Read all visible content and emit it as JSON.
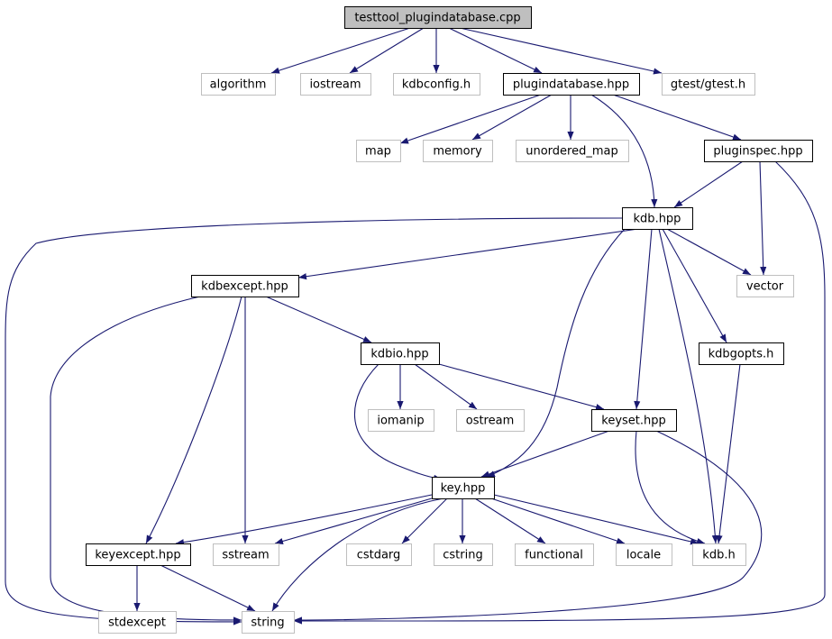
{
  "title": "testtool_plugindatabase.cpp",
  "colors": {
    "edge": "#191970",
    "node_border_documented": "#000000",
    "node_border_external": "#bfbfbf",
    "root_fill": "#bfbfbf",
    "node_fill": "#ffffff"
  },
  "nodes": [
    {
      "id": "root",
      "label": "testtool_plugindatabase.cpp",
      "kind": "root"
    },
    {
      "id": "algorithm",
      "label": "algorithm",
      "kind": "external"
    },
    {
      "id": "iostream",
      "label": "iostream",
      "kind": "external"
    },
    {
      "id": "kdbconfig",
      "label": "kdbconfig.h",
      "kind": "external"
    },
    {
      "id": "plugindatabase",
      "label": "plugindatabase.hpp",
      "kind": "documented"
    },
    {
      "id": "gtest",
      "label": "gtest/gtest.h",
      "kind": "external"
    },
    {
      "id": "map",
      "label": "map",
      "kind": "external"
    },
    {
      "id": "memory",
      "label": "memory",
      "kind": "external"
    },
    {
      "id": "unordered_map",
      "label": "unordered_map",
      "kind": "external"
    },
    {
      "id": "pluginspec",
      "label": "pluginspec.hpp",
      "kind": "documented"
    },
    {
      "id": "kdbhpp",
      "label": "kdb.hpp",
      "kind": "documented"
    },
    {
      "id": "kdbexcept",
      "label": "kdbexcept.hpp",
      "kind": "documented"
    },
    {
      "id": "vector",
      "label": "vector",
      "kind": "external"
    },
    {
      "id": "kdbio",
      "label": "kdbio.hpp",
      "kind": "documented"
    },
    {
      "id": "kdbgopts",
      "label": "kdbgopts.h",
      "kind": "documented"
    },
    {
      "id": "iomanip",
      "label": "iomanip",
      "kind": "external"
    },
    {
      "id": "ostream",
      "label": "ostream",
      "kind": "external"
    },
    {
      "id": "keyset",
      "label": "keyset.hpp",
      "kind": "documented"
    },
    {
      "id": "key",
      "label": "key.hpp",
      "kind": "documented"
    },
    {
      "id": "keyexcept",
      "label": "keyexcept.hpp",
      "kind": "documented"
    },
    {
      "id": "sstream",
      "label": "sstream",
      "kind": "external"
    },
    {
      "id": "cstdarg",
      "label": "cstdarg",
      "kind": "external"
    },
    {
      "id": "cstring",
      "label": "cstring",
      "kind": "external"
    },
    {
      "id": "functional",
      "label": "functional",
      "kind": "external"
    },
    {
      "id": "locale",
      "label": "locale",
      "kind": "external"
    },
    {
      "id": "kdbh",
      "label": "kdb.h",
      "kind": "external"
    },
    {
      "id": "stdexcept",
      "label": "stdexcept",
      "kind": "external"
    },
    {
      "id": "string",
      "label": "string",
      "kind": "external"
    }
  ],
  "edges": [
    {
      "from": "root",
      "to": "algorithm"
    },
    {
      "from": "root",
      "to": "iostream"
    },
    {
      "from": "root",
      "to": "kdbconfig"
    },
    {
      "from": "root",
      "to": "plugindatabase"
    },
    {
      "from": "root",
      "to": "gtest"
    },
    {
      "from": "plugindatabase",
      "to": "map"
    },
    {
      "from": "plugindatabase",
      "to": "memory"
    },
    {
      "from": "plugindatabase",
      "to": "unordered_map"
    },
    {
      "from": "plugindatabase",
      "to": "pluginspec"
    },
    {
      "from": "plugindatabase",
      "to": "kdbhpp"
    },
    {
      "from": "pluginspec",
      "to": "kdbhpp"
    },
    {
      "from": "pluginspec",
      "to": "vector"
    },
    {
      "from": "pluginspec",
      "to": "string"
    },
    {
      "from": "kdbhpp",
      "to": "vector"
    },
    {
      "from": "kdbhpp",
      "to": "kdbexcept"
    },
    {
      "from": "kdbhpp",
      "to": "kdbgopts"
    },
    {
      "from": "kdbhpp",
      "to": "keyset"
    },
    {
      "from": "kdbhpp",
      "to": "key"
    },
    {
      "from": "kdbhpp",
      "to": "kdbh"
    },
    {
      "from": "kdbhpp",
      "to": "string"
    },
    {
      "from": "kdbexcept",
      "to": "kdbio"
    },
    {
      "from": "kdbexcept",
      "to": "keyexcept"
    },
    {
      "from": "kdbexcept",
      "to": "sstream"
    },
    {
      "from": "kdbexcept",
      "to": "string"
    },
    {
      "from": "kdbio",
      "to": "iomanip"
    },
    {
      "from": "kdbio",
      "to": "ostream"
    },
    {
      "from": "kdbio",
      "to": "keyset"
    },
    {
      "from": "kdbio",
      "to": "key"
    },
    {
      "from": "kdbgopts",
      "to": "kdbh"
    },
    {
      "from": "keyset",
      "to": "key"
    },
    {
      "from": "keyset",
      "to": "kdbh"
    },
    {
      "from": "keyset",
      "to": "string"
    },
    {
      "from": "key",
      "to": "keyexcept"
    },
    {
      "from": "key",
      "to": "sstream"
    },
    {
      "from": "key",
      "to": "cstdarg"
    },
    {
      "from": "key",
      "to": "cstring"
    },
    {
      "from": "key",
      "to": "functional"
    },
    {
      "from": "key",
      "to": "locale"
    },
    {
      "from": "key",
      "to": "kdbh"
    },
    {
      "from": "key",
      "to": "string"
    },
    {
      "from": "keyexcept",
      "to": "stdexcept"
    },
    {
      "from": "keyexcept",
      "to": "string"
    }
  ]
}
